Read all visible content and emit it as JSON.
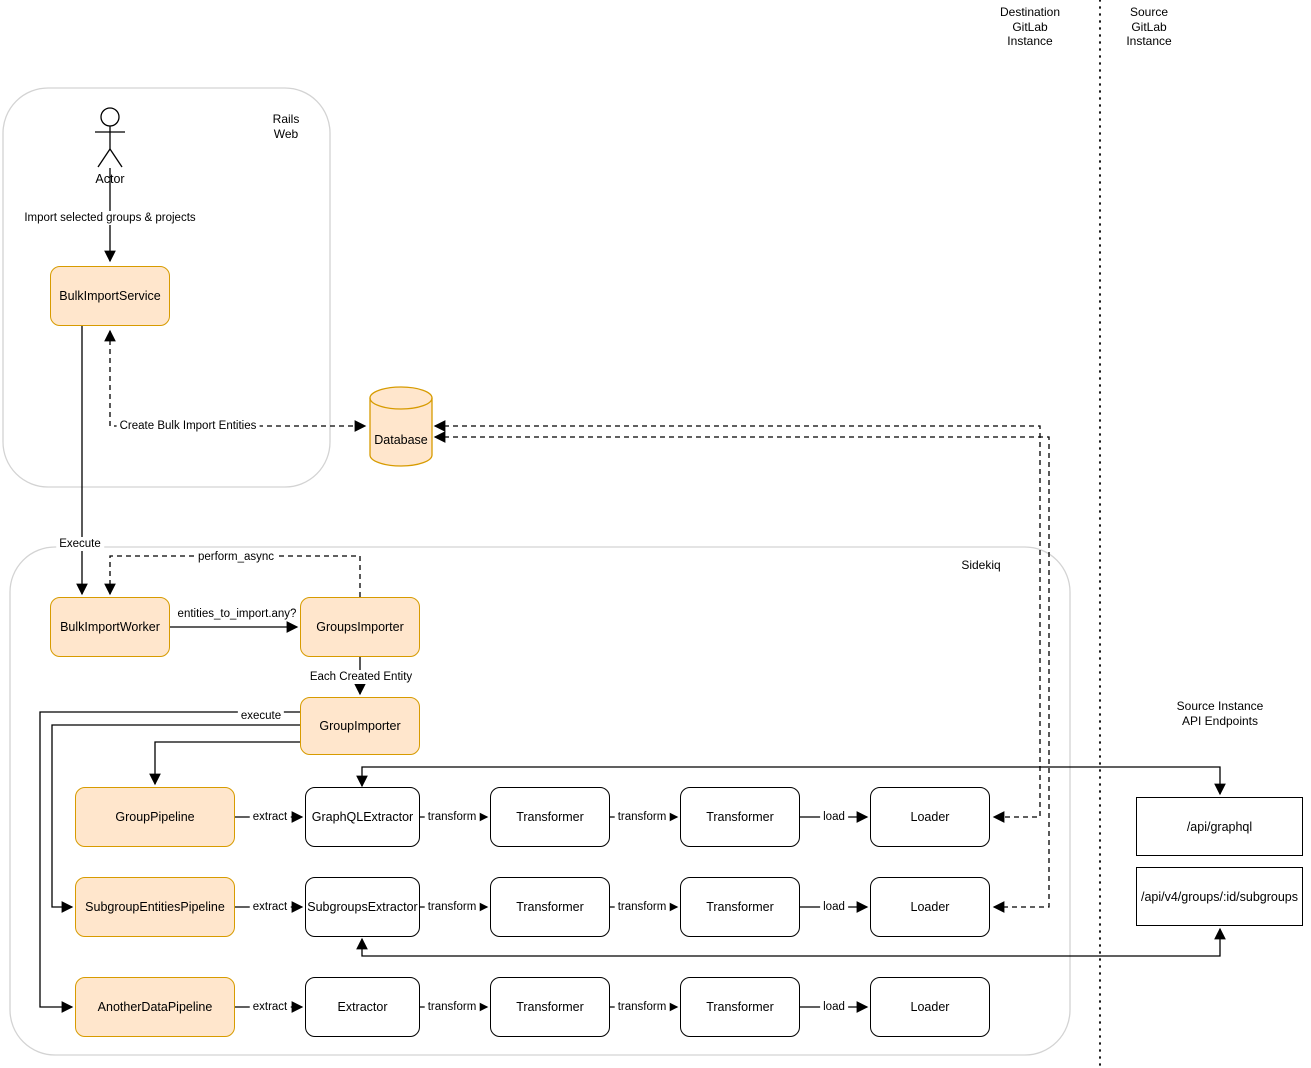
{
  "diagram": {
    "regions": {
      "destination_instance": "Destination\nGitLab\nInstance",
      "source_instance": "Source\nGitLab\nInstance",
      "rails_web": "Rails\nWeb",
      "sidekiq": "Sidekiq",
      "api_endpoints_title": "Source Instance API Endpoints"
    },
    "nodes": {
      "actor": "Actor",
      "bulk_import_service": "BulkImportService",
      "database": "Database",
      "bulk_import_worker": "BulkImportWorker",
      "groups_importer": "GroupsImporter",
      "group_importer": "GroupImporter",
      "group_pipeline": "GroupPipeline",
      "subgroup_entities_pipeline": "SubgroupEntitiesPipeline",
      "another_data_pipeline": "AnotherDataPipeline",
      "graphql_extractor": "GraphQLExtractor",
      "subgroups_extractor": "SubgroupsExtractor",
      "extractor": "Extractor",
      "transformer": "Transformer",
      "loader": "Loader",
      "api_graphql": "/api/graphql",
      "api_subgroups": "/api/v4/groups/:id/subgroups"
    },
    "edges": {
      "import_selected": "Import selected groups & projects",
      "create_bulk_import_entities": "Create Bulk Import Entities",
      "execute": "Execute",
      "perform_async": "perform_async",
      "entities_to_import_any": "entities_to_import.any?",
      "each_created_entity": "Each Created Entity",
      "execute_pipeline": "execute",
      "extract": "extract",
      "transform": "transform",
      "load": "load"
    },
    "colors": {
      "node_fill": "#FFE6CC",
      "node_stroke": "#D79B00",
      "line": "#000000",
      "container_stroke": "#D3D3D3"
    }
  }
}
